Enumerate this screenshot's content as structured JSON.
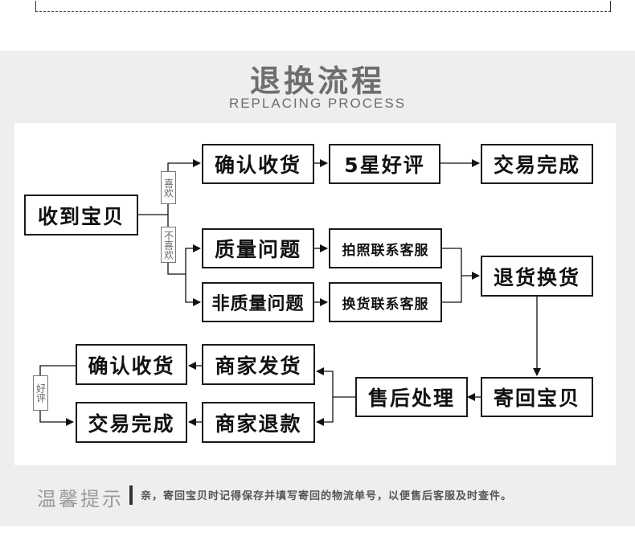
{
  "header": {
    "title": "退换流程",
    "subtitle": "REPLACING PROCESS"
  },
  "flow": {
    "receive": "收到宝贝",
    "like": "喜欢",
    "dislike": "不喜欢",
    "confirm_receipt": "确认收货",
    "five_star": "5星好评",
    "deal_done": "交易完成",
    "quality_issue": "质量问题",
    "non_quality_issue": "非质量问题",
    "photo_contact_service": "拍照联系客服",
    "exchange_contact_service": "换货联系客服",
    "return_exchange": "退货换货",
    "send_back": "寄回宝贝",
    "after_sales": "售后处理",
    "merchant_ships": "商家发货",
    "merchant_refund": "商家退款",
    "confirm_receipt_2": "确认收货",
    "deal_done_2": "交易完成",
    "good_review": "好评"
  },
  "tips": {
    "title": "温馨提示",
    "text": "亲，寄回宝贝时记得保存并填写寄回的物流单号，以便售后客服及时查件。"
  }
}
